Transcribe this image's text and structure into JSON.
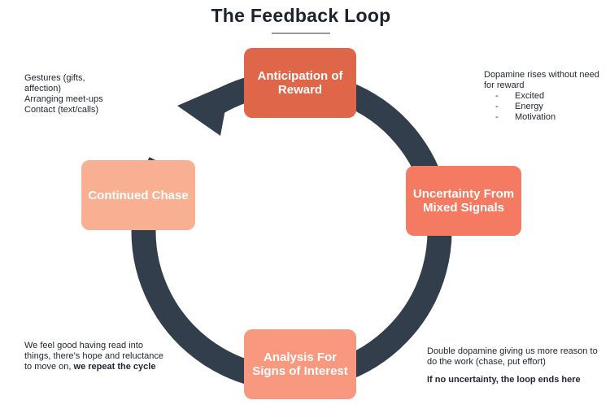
{
  "title": "The Feedback Loop",
  "colors": {
    "loop": "#333e4d",
    "anticipation": "#e0664a",
    "uncertainty": "#f47a62",
    "analysis": "#f8987e",
    "chase": "#f9af92",
    "text": "#222733"
  },
  "nodes": {
    "anticipation": "Anticipation of Reward",
    "uncertainty": "Uncertainty From Mixed Signals",
    "analysis": "Analysis For Signs of Interest",
    "chase": "Continued Chase"
  },
  "notes": {
    "top_left": {
      "line1": "Gestures (gifts,",
      "line2": "affection)",
      "line3": "Arranging meet-ups",
      "line4": "Contact (text/calls)"
    },
    "top_right": {
      "intro": "Dopamine rises without need for reward",
      "items": [
        "Excited",
        "Energy",
        "Motivation"
      ],
      "dash": "-"
    },
    "bottom_left": {
      "text": "We feel good having read into things, there’s hope and reluctance to move on,",
      "bold": "we repeat the cycle"
    },
    "bottom_right": {
      "text": "Double dopamine giving us more reason to do the work (chase, put effort)",
      "bold": "If no uncertainty, the loop ends here"
    }
  }
}
